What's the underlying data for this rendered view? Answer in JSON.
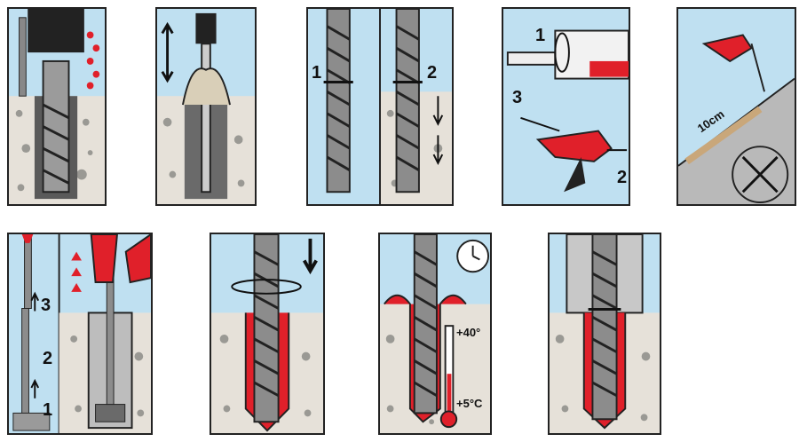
{
  "colors": {
    "sky": "#bfe0f1",
    "concrete": "#e8e3dc",
    "stone": "#9a9994",
    "steel": "#8c8c8c",
    "mortar": "#e0202a",
    "outline": "#222222",
    "grey_bg": "#b9b9b9"
  },
  "panel_3": {
    "label_left": "1",
    "label_right": "2"
  },
  "panel_4": {
    "label_top": "1",
    "label_mid": "3",
    "label_bottom": "2"
  },
  "panel_5": {
    "distance_label": "10cm"
  },
  "panel_6": {
    "label_3": "3",
    "label_2": "2",
    "label_1": "1"
  },
  "panel_8": {
    "temp_high": "+40°",
    "temp_low": "+5°C"
  },
  "icons": [
    "drill-icon",
    "blow-pump-icon",
    "brush-icon",
    "cartridge-icon",
    "dispenser-gun-icon",
    "clock-icon",
    "thermometer-icon",
    "rotation-arrow-icon"
  ]
}
